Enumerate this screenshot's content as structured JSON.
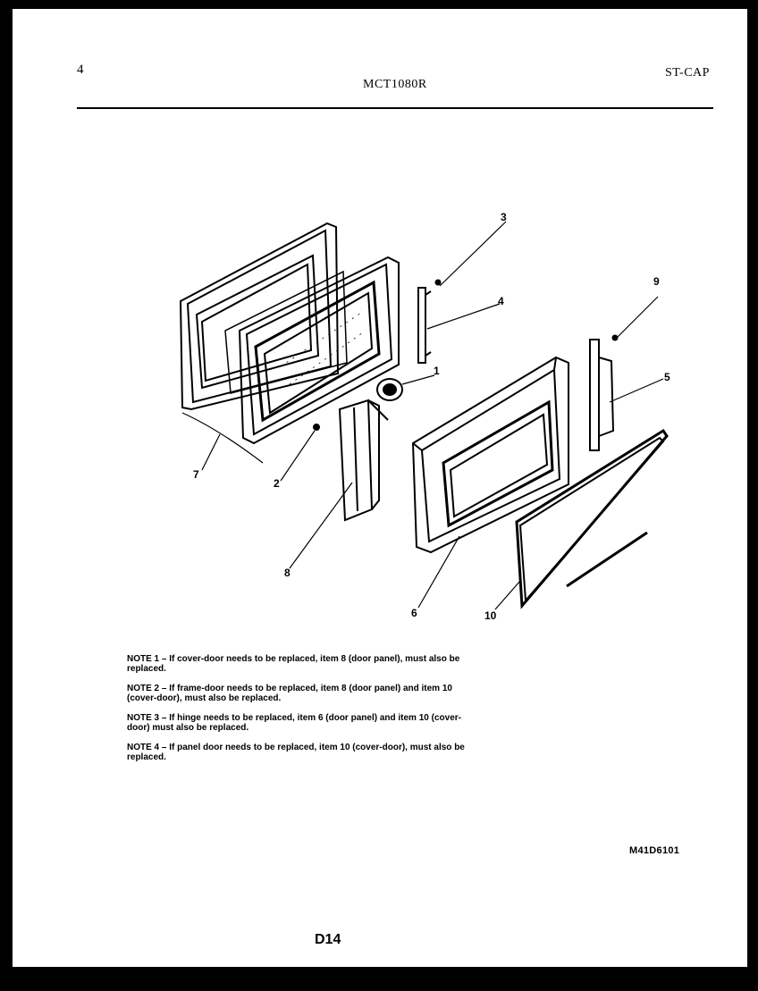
{
  "header": {
    "page_number": "4",
    "model": "MCT1080R",
    "section": "ST-CAP"
  },
  "callouts": {
    "c1": "1",
    "c2": "2",
    "c3": "3",
    "c4": "4",
    "c5": "5",
    "c6": "6",
    "c7": "7",
    "c8": "8",
    "c9": "9",
    "c10": "10"
  },
  "notes": [
    "NOTE 1 – If cover-door needs to be replaced, item 8 (door panel), must also be replaced.",
    "NOTE 2 – If frame-door needs to be replaced, item 8 (door panel) and item 10 (cover-door), must also be replaced.",
    "NOTE 3 – If hinge needs to be replaced, item 6 (door panel) and item 10 (cover-door) must also be replaced.",
    "NOTE 4 – If panel door needs to be replaced, item 10 (cover-door), must also be replaced."
  ],
  "footer": {
    "drawing_id": "M41D6101",
    "page_code": "D14"
  }
}
